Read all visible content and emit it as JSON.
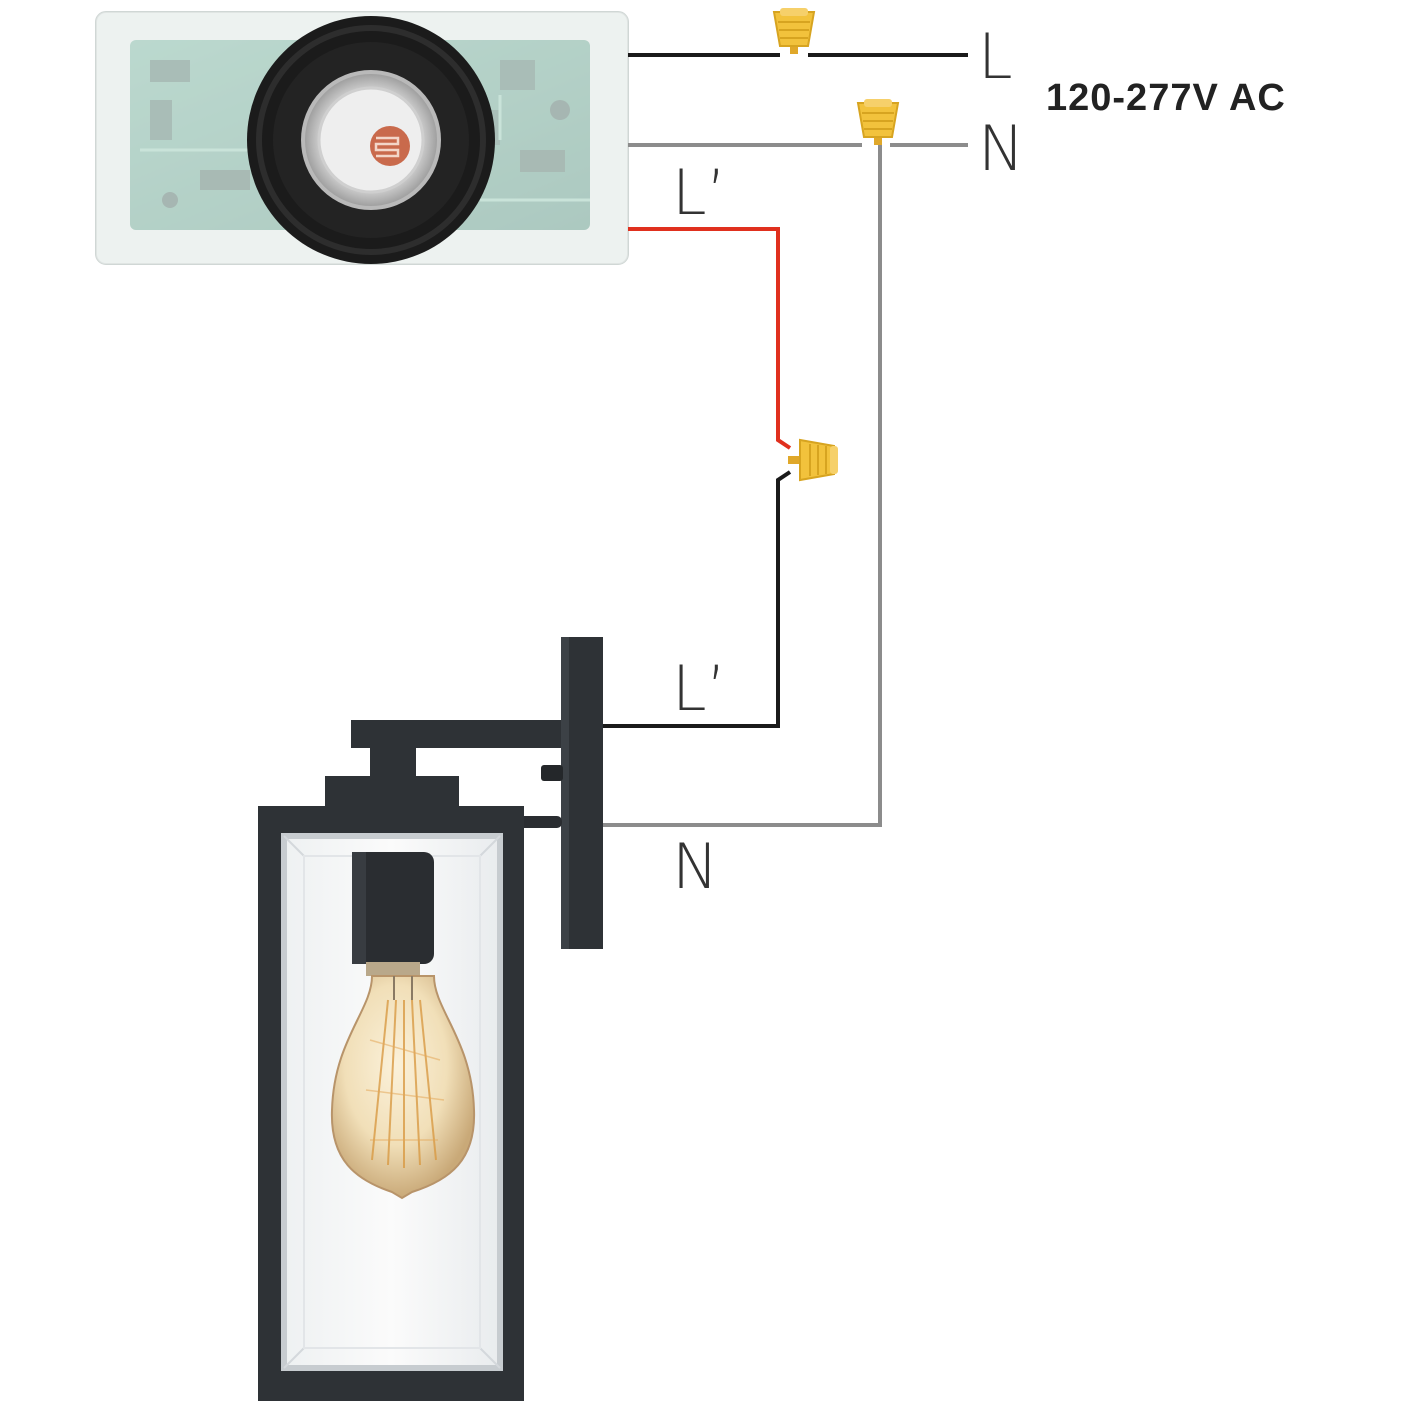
{
  "voltage_label": "120-277V AC",
  "terminals": {
    "line_in": "L",
    "neutral_in": "N",
    "switched_line_sensor": "L’",
    "switched_line_lamp": "L’",
    "neutral_lamp": "N"
  },
  "colors": {
    "line_wire": "#1a1a1a",
    "neutral_wire": "#8c8c8c",
    "switched_wire": "#e0301e",
    "wire_nut": "#f2c23c",
    "fixture": "#2e3236",
    "sensor_board": "#3f8f76"
  },
  "icons": {
    "sensor": "photocell-sensor-icon",
    "connector": "wire-nut-icon",
    "fixture": "wall-lantern-icon",
    "bulb": "edison-bulb-icon"
  }
}
